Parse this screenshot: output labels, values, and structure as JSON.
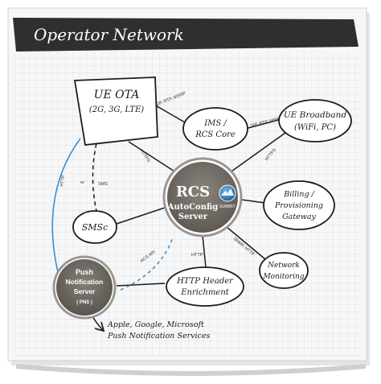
{
  "header": {
    "title": "Operator Network"
  },
  "nodes": {
    "ue_ota": {
      "title": "UE OTA",
      "subtitle": "(2G, 3G, LTE)"
    },
    "ims": {
      "line1": "IMS /",
      "line2": "RCS Core"
    },
    "ue_broadband": {
      "title": "UE Broadband",
      "subtitle": "(WiFi, PC)"
    },
    "rcs": {
      "line1": "RCS",
      "line2": "AutoConfig",
      "line3": "Server",
      "brand": "SUMMIT"
    },
    "billing": {
      "line1": "Billing /",
      "line2": "Provisioning",
      "line3": "Gateway"
    },
    "smsc": {
      "label": "SMSc"
    },
    "network_monitoring": {
      "line1": "Network",
      "line2": "Monitoring"
    },
    "http_enrichment": {
      "line1": "HTTP Header",
      "line2": "Enrichment"
    },
    "push": {
      "line1": "Push",
      "line2": "Notification",
      "line3": "Server",
      "line4": "( PNS )"
    }
  },
  "edge_labels": {
    "sip_ue": "SIP, RTP, MSRP",
    "sip_broadband": "SIP, RTP, MSRP",
    "https_ue": "HTTPS",
    "https_broadband": "HTTPS",
    "http_push": "HTTP",
    "or": "or",
    "sms": "SMS",
    "http_enrich": "HTTP",
    "snmp": "SNMP, HTTP",
    "acs_api": "ACS API"
  },
  "annotation": {
    "line1": "Apple, Google, Microsoft",
    "line2": "Push Notification Services"
  },
  "colors": {
    "header_bg": "#2f2f2f",
    "rcs_fill": "#76706a",
    "push_fill": "#716c66",
    "blue_link": "#3a8fd0",
    "grid_line": "#d8dde2"
  }
}
